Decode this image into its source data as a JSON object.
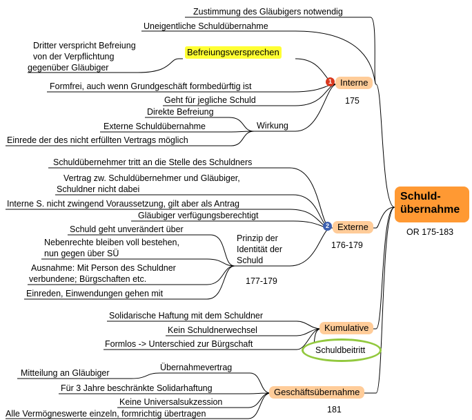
{
  "root": {
    "line1": "Schuld-",
    "line2": "übernahme",
    "ref": "OR 175-183"
  },
  "interne": {
    "badge": "1",
    "label": "Interne",
    "ref": "175",
    "items": {
      "zustimmung": "Zustimmung des Gläubigers notwendig",
      "uneigentliche": "Uneigentliche Schuldübernahme",
      "befreiung": "Befreiungsversprechen",
      "dritter": [
        "Dritter verspricht Befreiung",
        "von der Verpflichtung",
        "gegenüber Gläubiger"
      ],
      "formfrei": "Formfrei, auch wenn Grundgeschäft formbedürftig ist",
      "geht": "Geht für jegliche Schuld",
      "wirkung": "Wirkung",
      "direkte": "Direkte Befreiung",
      "externe_su": "Externe Schuldübernahme",
      "einrede": "Einrede der des nicht erfüllten Vertrags möglich"
    }
  },
  "externe": {
    "badge": "2",
    "label": "Externe",
    "ref": "176-179",
    "items": {
      "tritt": "Schuldübernehmer tritt an die Stelle des Schuldners",
      "vertrag": [
        "Vertrag zw. Schuldübernehmer und Gläubiger,",
        "Schuldner nicht dabei"
      ],
      "intern": "Interne S. nicht zwingend Voraussetzung, gilt aber als Antrag",
      "verfuegung": "Gläubiger verfügungsberechtigt",
      "prinzip": [
        "Prinzip der",
        "Identität der",
        "Schuld"
      ],
      "prinzip_ref": "177-179",
      "unveraendert": "Schuld geht unverändert über",
      "nebenrechte": [
        "Nebenrechte bleiben voll bestehen,",
        "nun gegen über SÜ"
      ],
      "ausnahme": [
        "Ausnahme: Mit Person des Schuldner",
        "verbundene; Bürgschaften etc."
      ],
      "einreden": "Einreden, Einwendungen gehen mit"
    }
  },
  "kumulative": {
    "label": "Kumulative",
    "items": {
      "solidarisch": "Solidarische Haftung mit dem Schuldner",
      "kein": "Kein Schuldnerwechsel",
      "formlos": "Formlos -> Unterschied zur Bürgschaft",
      "beitritt": "Schuldbeitritt"
    }
  },
  "geschaeft": {
    "label": "Geschäftsübernahme",
    "ref": "181",
    "items": {
      "uebernahmevertrag": "Übernahmevertrag",
      "mitteilung": "Mitteilung an Gläubiger",
      "drei": "Für 3 Jahre beschränkte Solidarhaftung",
      "keine": "Keine Universalsukzession",
      "alle": "Alle Vermögneswerte einzeln, formrichtig übertragen"
    }
  },
  "colors": {
    "root": "#ff9933",
    "branch": "#ffcc99",
    "highlight": "#ffff33",
    "badge_red": "#d9381e",
    "badge_blue": "#3b5fb0",
    "oval": "#92c83e"
  }
}
